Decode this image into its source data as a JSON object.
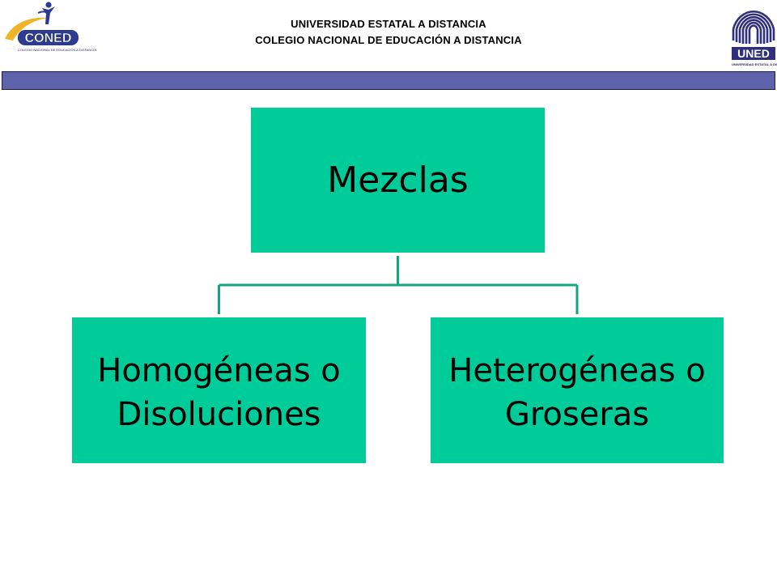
{
  "header": {
    "line1": "UNIVERSIDAD ESTATAL A DISTANCIA",
    "line2": "COLEGIO NACIONAL DE EDUCACIÓN A DISTANCIA"
  },
  "logos": {
    "coned": {
      "text": "CONED",
      "caption": "COLEGIO NACIONAL DE EDUCACIÓN A DISTANCIA"
    },
    "uned": {
      "text": "UNED",
      "caption": "UNIVERSIDAD ESTATAL A DISTANCIA"
    }
  },
  "colors": {
    "node_fill": "#00cc99",
    "connector": "#13a57e",
    "banner": "#5d62aa"
  },
  "diagram": {
    "root": {
      "label": "Mezclas"
    },
    "children": [
      {
        "line1": "Homogéneas o",
        "line2": "Disoluciones"
      },
      {
        "line1": "Heterogéneas o",
        "line2": "Groseras"
      }
    ]
  }
}
